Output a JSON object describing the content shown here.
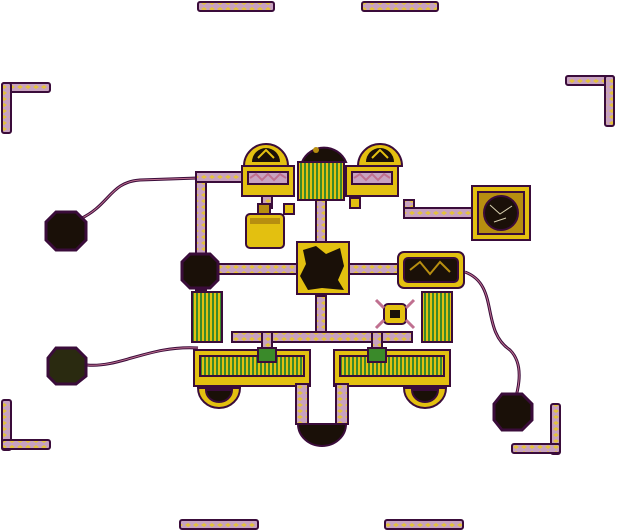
{
  "scene": {
    "type": "pixel-art ship / machine schematic",
    "colors": {
      "outline": "#3a0c3a",
      "frame_fill": "#c8a2c0",
      "frame_pattern": "#e3c23a",
      "machine_yellow": "#e3c010",
      "machine_yellow_dark": "#b78e10",
      "machine_green": "#3a8a2a",
      "pipe_pink": "#f0c6e2",
      "pipe_rose": "#c07090",
      "dark_core": "#1a1008",
      "glass": "#d8d0b0",
      "background": "#ffffff"
    },
    "icons": [
      "corner-bracket-icon",
      "dome-turret-icon",
      "engine-core-icon",
      "canister-icon",
      "round-node-icon",
      "portal-box-icon",
      "tank-capsule-icon",
      "crab-drone-icon",
      "vent-pod-icon"
    ],
    "sections": {
      "top_domes": 3,
      "side_nodes": 4,
      "lower_pods": 3
    }
  }
}
